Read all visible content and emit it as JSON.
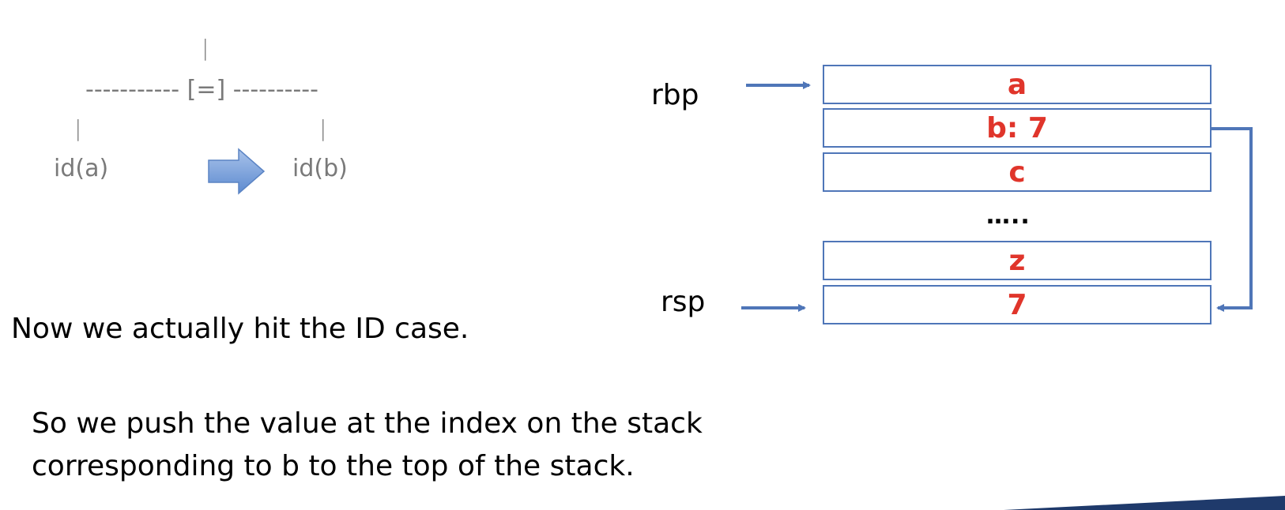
{
  "ast": {
    "top_bar": "|",
    "assign_node": "----------- [=] ----------",
    "left_bar": "|",
    "right_bar": "|",
    "left_child": "id(a)",
    "right_child": "id(b)"
  },
  "stack": {
    "rbp_label": "rbp",
    "rsp_label": "rsp",
    "cells": [
      "a",
      "b: 7",
      "c",
      "z",
      "7"
    ],
    "ellipsis": "….."
  },
  "text": {
    "line1": "Now we actually hit the ID case.",
    "line2a": "So we push the value at the index on the stack",
    "line2b": "corresponding to b to the top of the stack."
  },
  "colors": {
    "cell_border": "#4f76b8",
    "cell_text": "#e0352b",
    "arrow": "#4f76b8",
    "ast_text": "#7a7a7a",
    "footer_band": "#1f3a6b"
  }
}
